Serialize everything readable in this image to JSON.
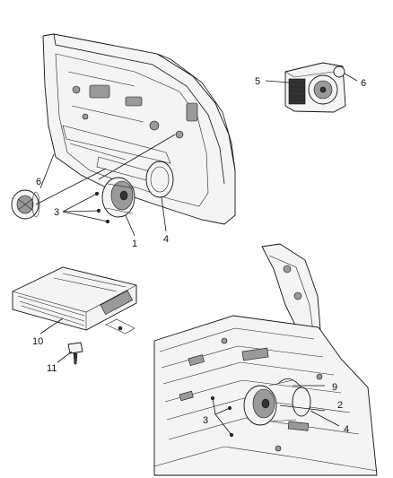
{
  "diagram": {
    "callouts": {
      "door_speaker": "1",
      "speaker_rear": "2",
      "screws_front": "3",
      "screws_rear": "3",
      "bracket_front": "4",
      "bracket_rear": "4",
      "subwoofer_enclosure": "5",
      "tweeter_sub": "6",
      "tweeter_door": "6",
      "amplifier": "10",
      "fastener": "11",
      "wire_rear": "9"
    }
  }
}
